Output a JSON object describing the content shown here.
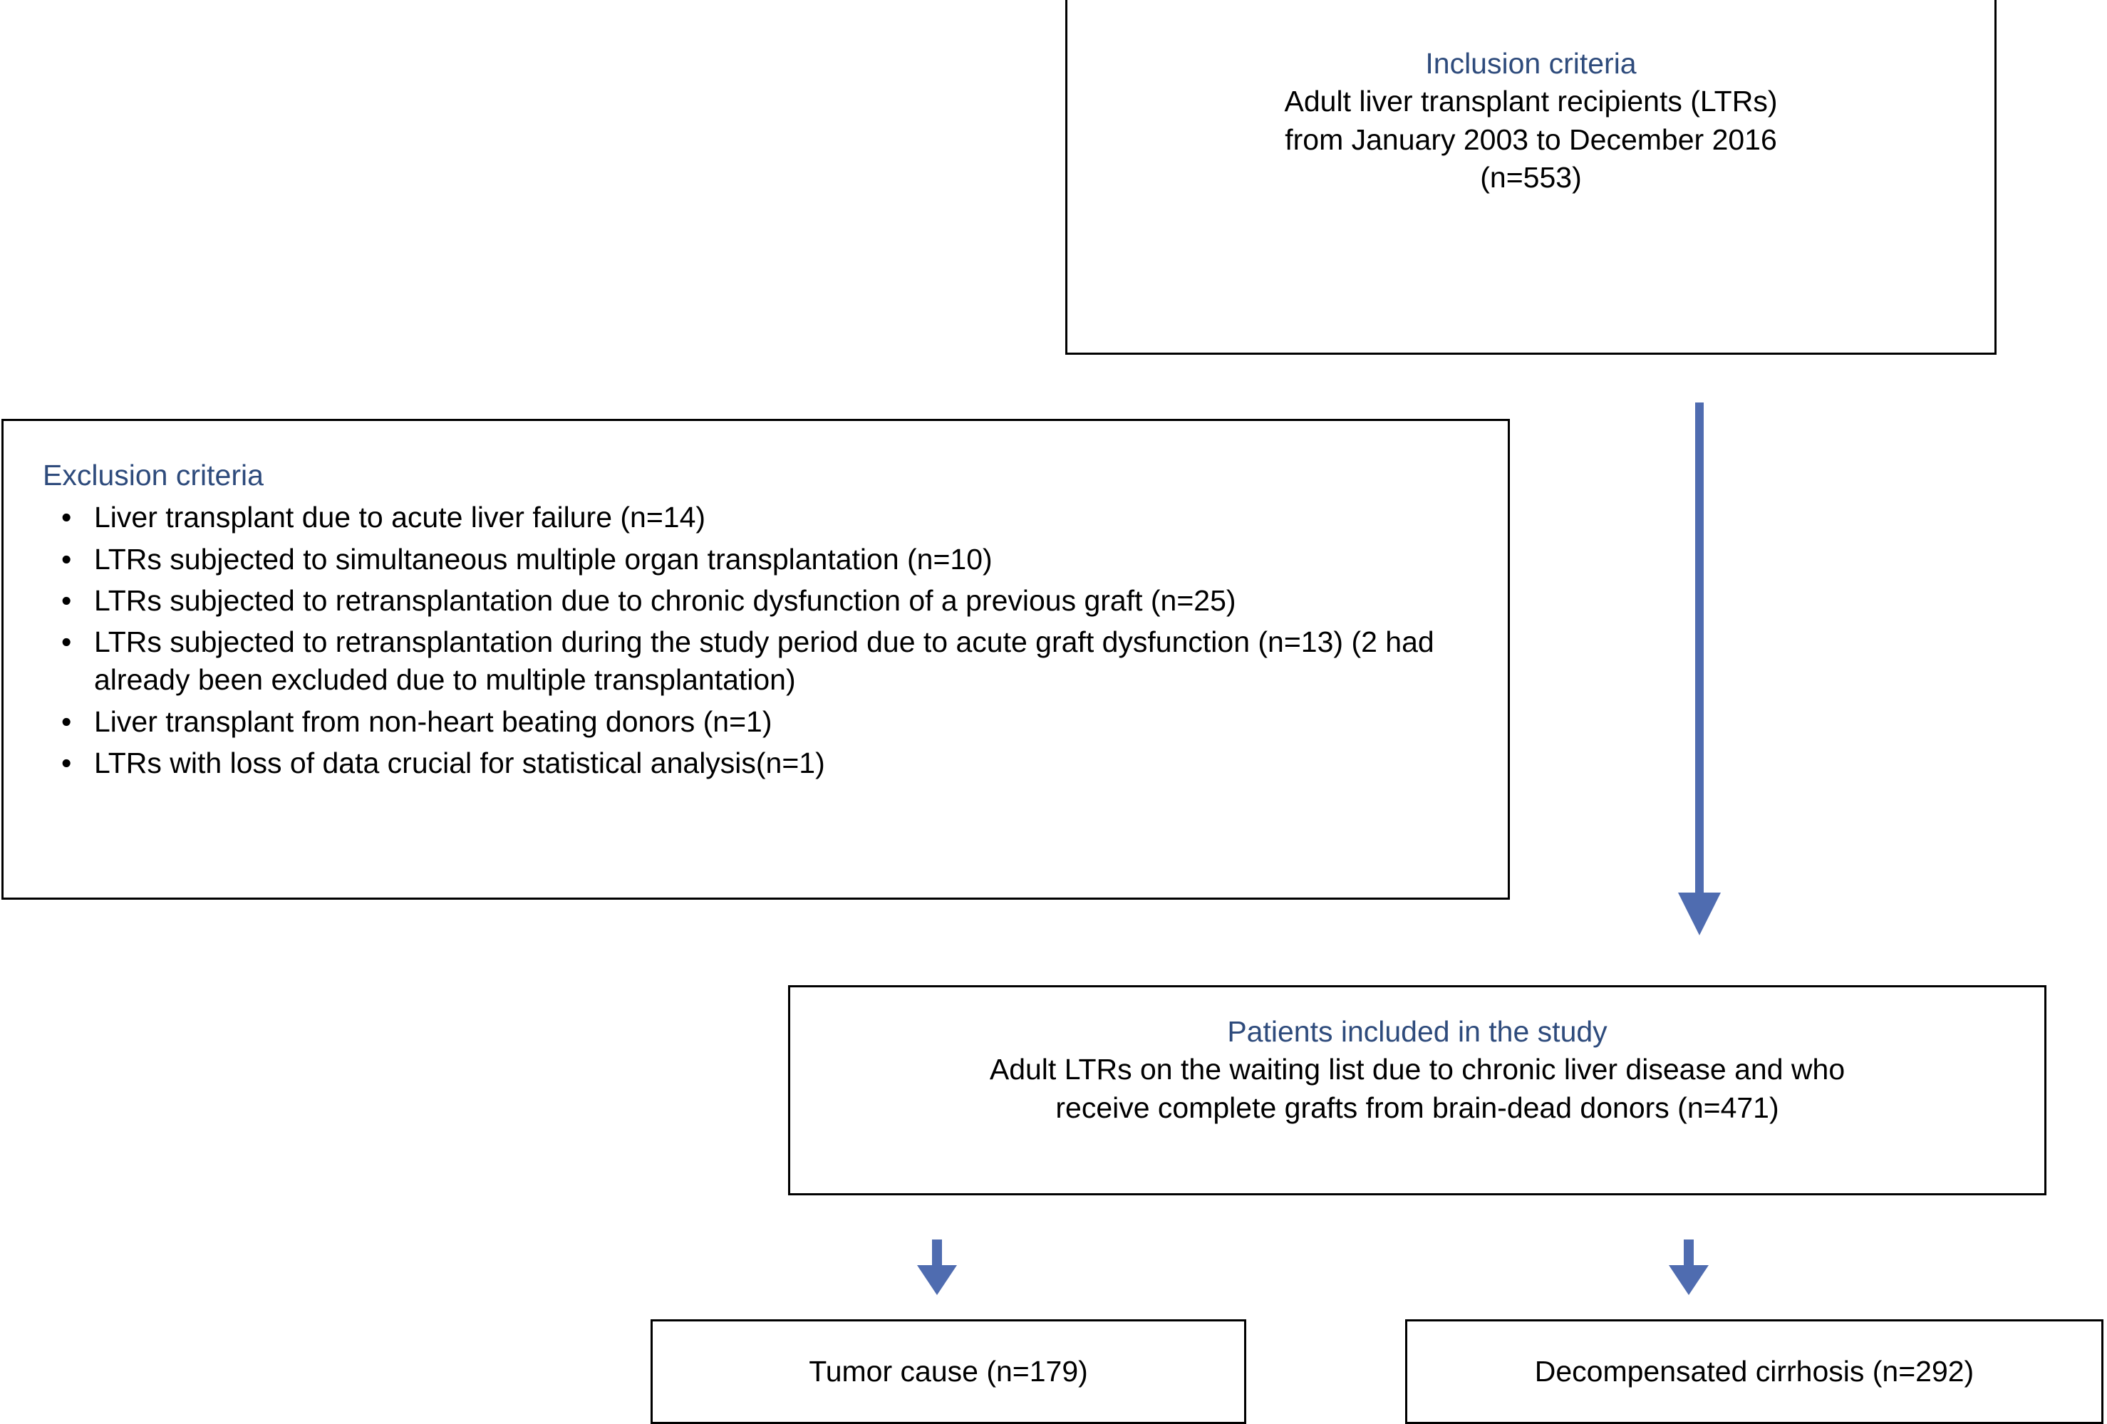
{
  "diagram": {
    "type": "patient-selection-flowchart",
    "accent_color": "#2e4b7c",
    "arrow_color": "#4f6cb0",
    "border_color": "#000000"
  },
  "inclusion": {
    "heading": "Inclusion criteria",
    "lines": [
      "Adult liver transplant recipients (LTRs)",
      "from January  2003 to December 2016",
      "(n=553)"
    ],
    "count": 553
  },
  "exclusion": {
    "heading": "Exclusion criteria",
    "bullet_marker": "•",
    "items": [
      "Liver transplant due to acute liver failure (n=14)",
      "LTRs subjected to simultaneous multiple organ transplantation (n=10)",
      "LTRs subjected to retransplantation due to chronic dysfunction of a previous graft (n=25)",
      "LTRs subjected to retransplantation during the study period due to acute graft dysfunction (n=13) (2 had already been excluded due to multiple transplantation)",
      "Liver transplant from non-heart beating donors (n=1)",
      "LTRs with loss of data crucial for statistical analysis(n=1)"
    ]
  },
  "included": {
    "heading": "Patients included in the study",
    "lines": [
      "Adult LTRs on the waiting list due to chronic liver disease and who",
      "receive complete grafts from brain-dead donors (n=471)"
    ],
    "count": 471
  },
  "outcomes": [
    {
      "label": "Tumor cause (n=179)",
      "count": 179
    },
    {
      "label": "Decompensated cirrhosis (n=292)",
      "count": 292
    }
  ],
  "arrows": {
    "main": "down-arrow-icon",
    "to_tumor": "down-arrow-icon",
    "to_cirrhosis": "down-arrow-icon"
  }
}
